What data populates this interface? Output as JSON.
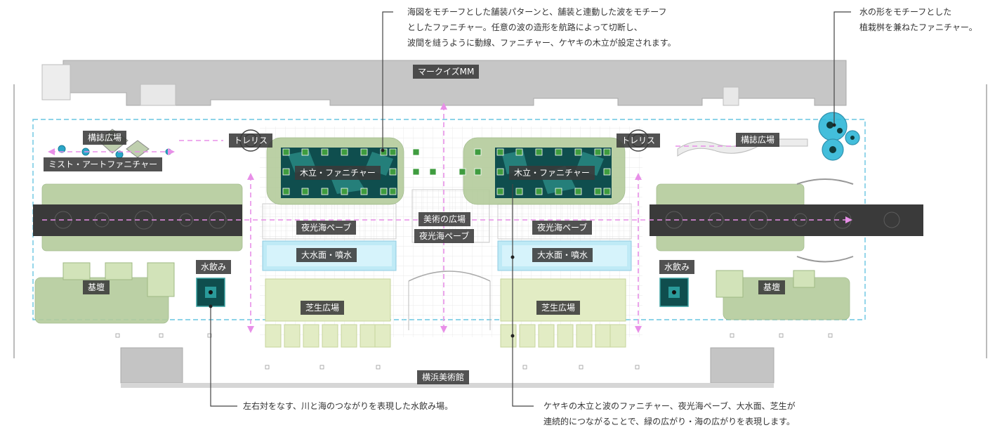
{
  "annotations": {
    "top_center": [
      "海図をモチーフとした舗装パターンと、舗装と連動した波をモチーフ",
      "としたファニチャー。任意の波の造形を航路によって切断し、",
      "波間を縫うように動線、ファニチャー、ケヤキの木立が設定されます。"
    ],
    "top_right": [
      "水の形をモチーフとした",
      "植栽桝を兼ねたファニチャー。"
    ],
    "bottom_left": [
      "左右対をなす、川と海のつながりを表現した水飲み場。"
    ],
    "bottom_right": [
      "ケヤキの木立と波のファニチャー、夜光海ペーブ、大水面、芝生が",
      "連続的につながることで、緑の広がり・海の広がりを表現します。"
    ]
  },
  "labels": {
    "marquis": "マークイズMM",
    "museum": "横浜美術館",
    "trellis_left": "トレリス",
    "trellis_right": "トレリス",
    "kanban_left": "構誌広場",
    "kanban_right": "構誌広場",
    "mist_art": "ミスト・アートファニチャー",
    "tree_furniture_left": "木立・ファニチャー",
    "tree_furniture_right": "木立・ファニチャー",
    "pave_left": "夜光海ペーブ",
    "pave_right": "夜光海ペーブ",
    "pave_center": "夜光海ペーブ",
    "art_plaza": "美術の広場",
    "water_left": "大水面・噴水",
    "water_right": "大水面・噴水",
    "drink_left": "水飲み",
    "drink_right": "水飲み",
    "base_left": "基壇",
    "base_right": "基壇",
    "lawn_left": "芝生広場",
    "lawn_right": "芝生広場"
  },
  "colors": {
    "road": "#3a3a3a",
    "water": "#bfeaf6",
    "lawn": "#e2ecc4",
    "tree": "#a9c493",
    "dark_pool": "#0f4e4e",
    "guide_dash": "#e88fe8",
    "boundary_dash": "#68c5e0",
    "building": "#c4c4c4"
  }
}
